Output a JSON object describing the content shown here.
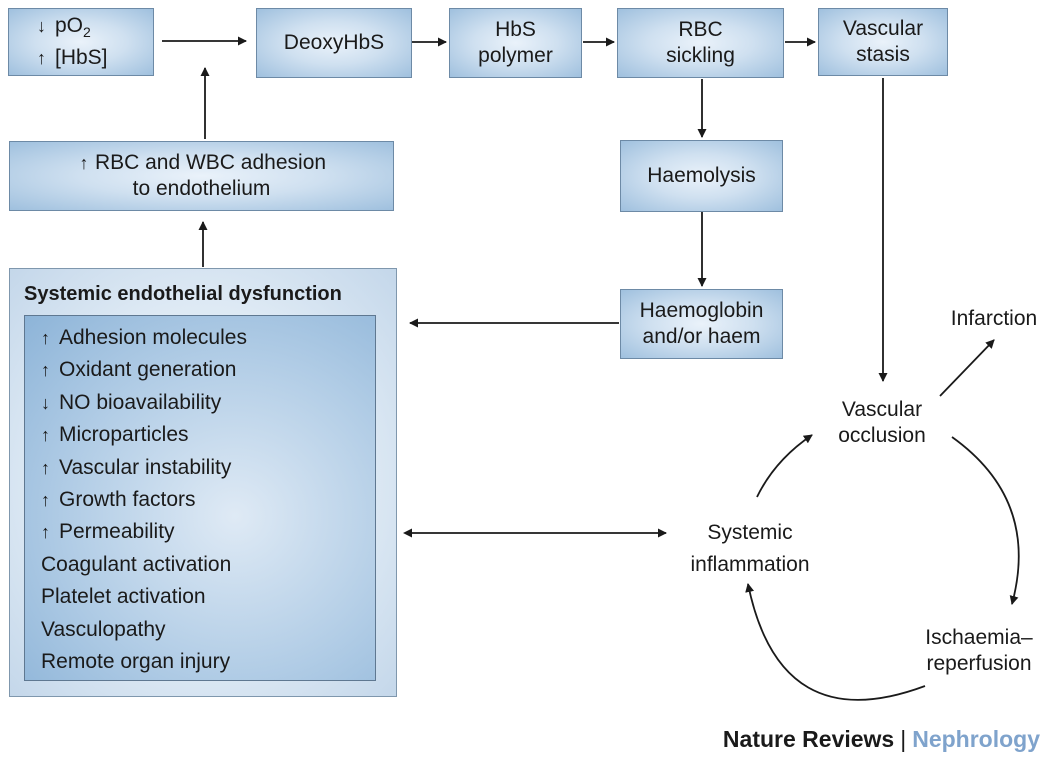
{
  "boxes": {
    "conditions": {
      "line1_arrow": "↓",
      "line1_text": "pO",
      "line1_sub": "2",
      "line2_arrow": "↑",
      "line2_text": "[HbS]"
    },
    "deoxyhbs": "DeoxyHbS",
    "hbs_polymer": [
      "HbS",
      "polymer"
    ],
    "rbc_sickling": [
      "RBC",
      "sickling"
    ],
    "vascular_stasis": [
      "Vascular",
      "stasis"
    ],
    "adhesion": {
      "arrow": "↑",
      "line1": "RBC and WBC adhesion",
      "line2": "to endothelium"
    },
    "haemolysis": "Haemolysis",
    "haemoglobin": [
      "Haemoglobin",
      "and/or haem"
    ]
  },
  "panel": {
    "title": "Systemic endothelial dysfunction",
    "items": [
      {
        "arrow": "↑",
        "text": "Adhesion molecules"
      },
      {
        "arrow": "↑",
        "text": "Oxidant generation"
      },
      {
        "arrow": "↓",
        "text": "NO bioavailability"
      },
      {
        "arrow": "↑",
        "text": "Microparticles"
      },
      {
        "arrow": "↑",
        "text": "Vascular instability"
      },
      {
        "arrow": "↑",
        "text": "Growth factors"
      },
      {
        "arrow": "↑",
        "text": "Permeability"
      },
      {
        "arrow": "",
        "text": "Coagulant activation"
      },
      {
        "arrow": "",
        "text": "Platelet activation"
      },
      {
        "arrow": "",
        "text": "Vasculopathy"
      },
      {
        "arrow": "",
        "text": "Remote organ injury"
      }
    ]
  },
  "cycle": {
    "vascular_occlusion": [
      "Vascular",
      "occlusion"
    ],
    "infarction": "Infarction",
    "systemic_inflammation": [
      "Systemic",
      "inflammation"
    ],
    "ischaemia": [
      "Ischaemia–",
      "reperfusion"
    ]
  },
  "footer": {
    "journal": "Nature Reviews",
    "separator": "|",
    "section": "Nephrology"
  },
  "colors": {
    "box_border": "#6d8aa6",
    "box_fill": "#cfe0f0",
    "section_blue": "#7fa3cc"
  }
}
